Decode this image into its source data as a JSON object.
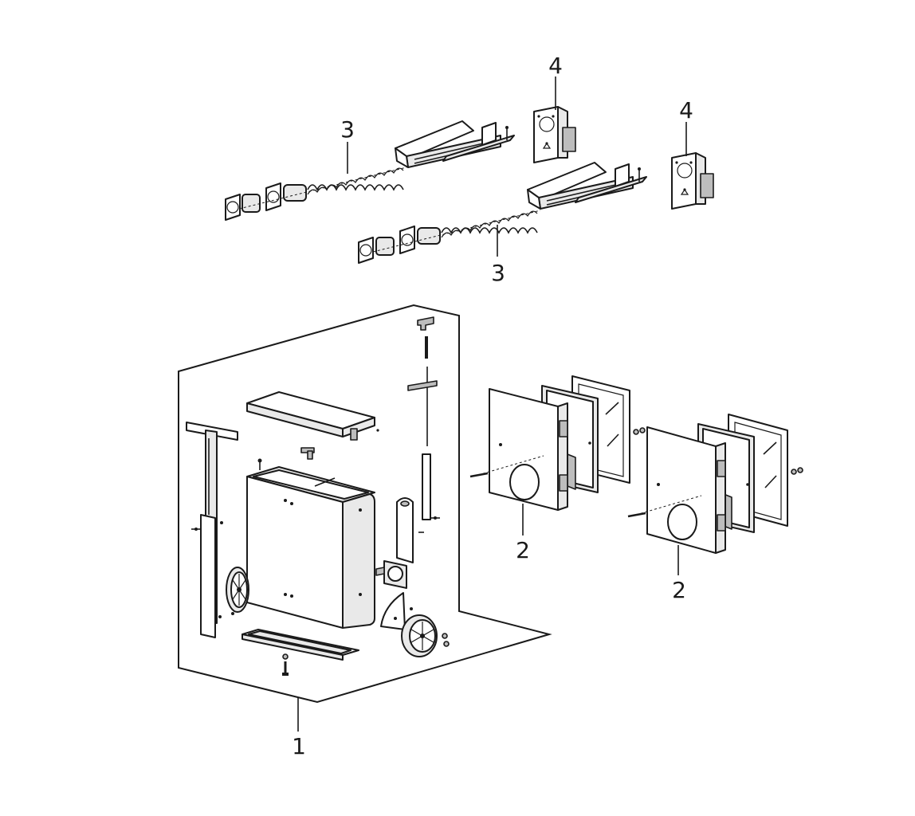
{
  "callouts": {
    "c1": "1",
    "c2a": "2",
    "c2b": "2",
    "c3a": "3",
    "c3b": "3",
    "c4a": "4",
    "c4b": "4"
  }
}
